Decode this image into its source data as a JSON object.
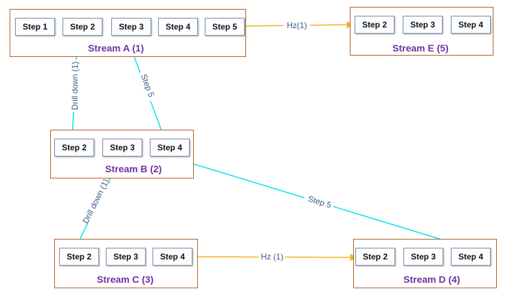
{
  "colors": {
    "stream_border": "#b25f2a",
    "stream_label": "#7030a0",
    "drill_arrow": "#00e5ee",
    "hz_arrow": "#f5b323",
    "edge_label": "#3a5a8c"
  },
  "streams": {
    "a": {
      "label": "Stream A (1)",
      "steps": [
        "Step 1",
        "Step 2",
        "Step 3",
        "Step 4",
        "Step 5"
      ]
    },
    "b": {
      "label": "Stream B (2)",
      "steps": [
        "Step 2",
        "Step 3",
        "Step 4"
      ]
    },
    "c": {
      "label": "Stream C (3)",
      "steps": [
        "Step 2",
        "Step 3",
        "Step 4"
      ]
    },
    "d": {
      "label": "Stream D (4)",
      "steps": [
        "Step 2",
        "Step 3",
        "Step 4"
      ]
    },
    "e": {
      "label": "Stream E (5)",
      "steps": [
        "Step 2",
        "Step 3",
        "Step 4"
      ]
    }
  },
  "edges": {
    "a_to_e": "Hz(1)",
    "a_to_b": "Drill down (1)",
    "b_to_a": "Step 5",
    "b_to_c": "Drill down (1)",
    "c_to_d": "Hz (1)",
    "d_to_b": "Step 5"
  }
}
